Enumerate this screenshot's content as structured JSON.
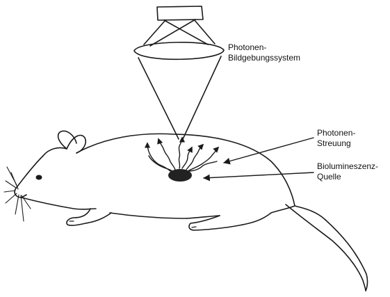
{
  "labels": {
    "imaging_system": [
      "Photonen-",
      "Bildgebungssystem"
    ],
    "photon_scattering": [
      "Photonen-",
      "Streuung"
    ],
    "bioluminescence_source": [
      "Biolumineszenz-",
      "Quelle"
    ]
  },
  "colors": {
    "ink": "#1a1a1a",
    "source_fill": "#222222",
    "background": "#ffffff"
  }
}
